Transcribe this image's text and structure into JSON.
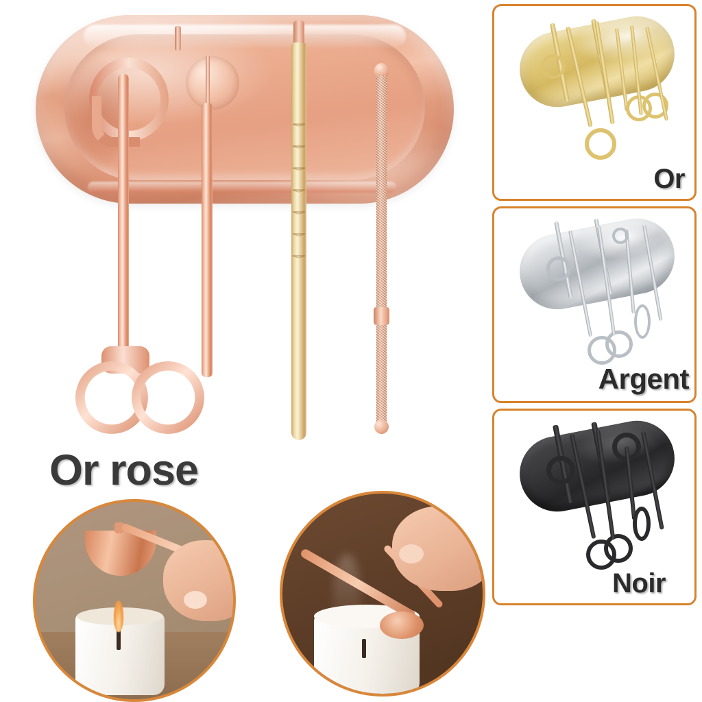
{
  "hero": {
    "title": "Or rose",
    "product": "candle care tool set on oval tray",
    "tools": [
      {
        "name": "wick-trimmer-scissors",
        "finish": "rose gold"
      },
      {
        "name": "candle-snuffer",
        "finish": "rose gold"
      },
      {
        "name": "candle-tweezers",
        "finish": "rose gold"
      },
      {
        "name": "wick-dipper",
        "finish": "rose gold"
      }
    ],
    "tray": {
      "shape": "oval",
      "finish": "rose gold"
    }
  },
  "photos": [
    {
      "name": "snuffer-in-use",
      "caption": "snuffer lowered over lit candle"
    },
    {
      "name": "wick-dipper-in-use",
      "caption": "wick dipper pressing wick into wax"
    }
  ],
  "variants": [
    {
      "key": "or",
      "label": "Or",
      "color": "#d5b961"
    },
    {
      "key": "argent",
      "label": "Argent",
      "color": "#c4c9ce"
    },
    {
      "key": "noir",
      "label": "Noir",
      "color": "#2a2a2c"
    }
  ],
  "theme": {
    "border": "#d9822b",
    "label_text": "#2b2b2b",
    "title_text": "#3a3a3a",
    "background": "#ffffff",
    "rose_gold": "#e8a687"
  }
}
